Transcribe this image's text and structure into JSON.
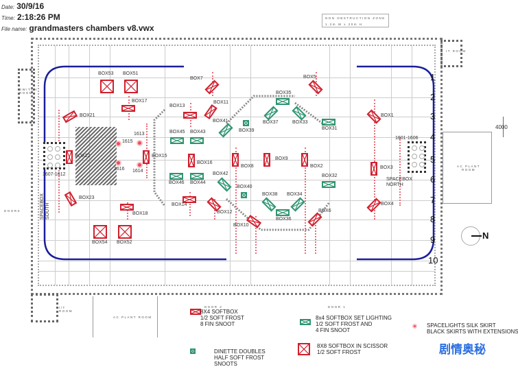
{
  "header": {
    "date_label": "Date:",
    "date": "30/9/16",
    "time_label": "Time:",
    "time": "2:18:26 PM",
    "file_label": "File name:",
    "file": "grandmasters chambers v8.vwx"
  },
  "notes": {
    "obstruction_title": "NON OBSTRUCTION ZONE",
    "obstruction_size": "1.2m W x 20m H",
    "dimension": "4000",
    "north": "N"
  },
  "rooms": {
    "switch_room": "SWITCH ROOM",
    "it_room_top": "IT ROOM",
    "ac_plant_right": "AC PLANT ROOM",
    "ac_plant_bottom": "AC PLANT ROOM",
    "it_room_bottom": "I/T ROOM",
    "doors_left": "DOORS",
    "doors_2": "DOOR 2",
    "doors_1": "DOOR 1"
  },
  "spaceboxes": {
    "south_label": "SPACEBOX SOUTH",
    "south_ids": "1607-1612",
    "north_label": "SPACEBOX NORTH",
    "north_ids": "1601-1606"
  },
  "spacelights": [
    "1613",
    "1614",
    "1615",
    "1616"
  ],
  "grid_numbers": [
    "1",
    "2",
    "3",
    "4",
    "5",
    "6",
    "7",
    "8",
    "9",
    "10"
  ],
  "fixtures": [
    {
      "id": "BOX53",
      "kind": "8x8"
    },
    {
      "id": "BOX51",
      "kind": "8x8"
    },
    {
      "id": "BOX54",
      "kind": "8x8"
    },
    {
      "id": "BOX52",
      "kind": "8x8"
    },
    {
      "id": "BOX17",
      "kind": "8x4"
    },
    {
      "id": "BOX13",
      "kind": "8x4"
    },
    {
      "id": "BOX14",
      "kind": "8x4"
    },
    {
      "id": "BOX18",
      "kind": "8x4"
    },
    {
      "id": "BOX22",
      "kind": "8x4"
    },
    {
      "id": "BOX15",
      "kind": "8x4"
    },
    {
      "id": "BOX16",
      "kind": "8x4"
    },
    {
      "id": "BOX8",
      "kind": "8x4"
    },
    {
      "id": "BOX9",
      "kind": "8x4"
    },
    {
      "id": "BOX2",
      "kind": "8x4"
    },
    {
      "id": "BOX3",
      "kind": "8x4"
    },
    {
      "id": "BOX21",
      "kind": "8x4"
    },
    {
      "id": "BOX7",
      "kind": "8x4"
    },
    {
      "id": "BOX11",
      "kind": "8x4"
    },
    {
      "id": "BOX5",
      "kind": "8x4"
    },
    {
      "id": "BOX1",
      "kind": "8x4"
    },
    {
      "id": "BOX23",
      "kind": "8x4"
    },
    {
      "id": "BOX12",
      "kind": "8x4"
    },
    {
      "id": "BOX10",
      "kind": "8x4"
    },
    {
      "id": "BOX6",
      "kind": "8x4"
    },
    {
      "id": "BOX4",
      "kind": "8x4"
    },
    {
      "id": "BOX45",
      "kind": "set"
    },
    {
      "id": "BOX43",
      "kind": "set"
    },
    {
      "id": "BOX46",
      "kind": "set"
    },
    {
      "id": "BOX44",
      "kind": "set"
    },
    {
      "id": "BOX35",
      "kind": "set"
    },
    {
      "id": "BOX31",
      "kind": "set"
    },
    {
      "id": "BOX32",
      "kind": "set"
    },
    {
      "id": "BOX36",
      "kind": "set"
    },
    {
      "id": "BOX41",
      "kind": "set"
    },
    {
      "id": "BOX37",
      "kind": "set"
    },
    {
      "id": "BOX33",
      "kind": "set"
    },
    {
      "id": "BOX42",
      "kind": "set"
    },
    {
      "id": "BOX38",
      "kind": "set"
    },
    {
      "id": "BOX34",
      "kind": "set"
    },
    {
      "id": "BOX39",
      "kind": "dinette"
    },
    {
      "id": "BOX40",
      "kind": "dinette"
    }
  ],
  "legend": [
    {
      "kind": "8x4",
      "text": "8X4 SOFTBOX\n1/2 SOFT FROST\n8 FIN SNOOT"
    },
    {
      "kind": "set",
      "text": "8x4 SOFTBOX SET LIGHTING\n1/2 SOFT FROST AND\n4 FIN SNOOT"
    },
    {
      "kind": "spacelight",
      "text": "SPACELIGHTS SILK SKIRT\nBLACK SKIRTS WITH EXTENSIONS"
    },
    {
      "kind": "dinette",
      "text": "DINETTE DOUBLES\nHALF SOFT FROST\nSNOOTS"
    },
    {
      "kind": "8x8",
      "text": "8X8 SOFTBOX IN SCISSOR\n1/2 SOFT FROST"
    }
  ],
  "watermark": "剧情奥秘",
  "colors": {
    "red": "#d0202e",
    "green": "#2e9570",
    "blue": "#1a1f9a"
  }
}
